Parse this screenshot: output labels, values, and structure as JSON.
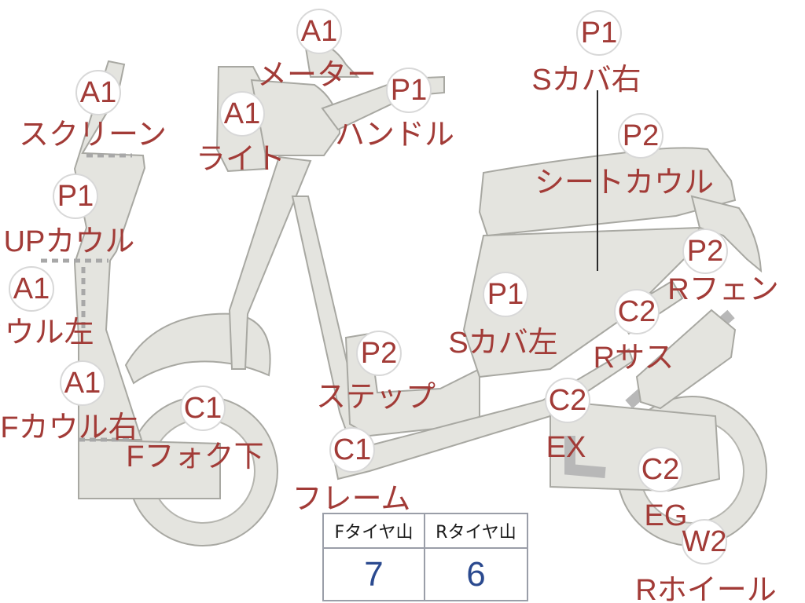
{
  "parts": [
    {
      "id": "screen",
      "code": "A1",
      "label": "スクリーン"
    },
    {
      "id": "up-cowl",
      "code": "P1",
      "label": "UPカウル"
    },
    {
      "id": "f-cowl-left",
      "code": "A1",
      "label": "Fカウル左"
    },
    {
      "id": "f-cowl-right",
      "code": "A1",
      "label": "Fカウル右"
    },
    {
      "id": "light",
      "code": "A1",
      "label": "ライト"
    },
    {
      "id": "meter",
      "code": "A1",
      "label": "メーター"
    },
    {
      "id": "handle",
      "code": "P1",
      "label": "ハンドル"
    },
    {
      "id": "f-fork-lower",
      "code": "C1",
      "label": "Fフォク下"
    },
    {
      "id": "frame",
      "code": "C1",
      "label": "フレーム"
    },
    {
      "id": "step",
      "code": "P2",
      "label": "ステップ"
    },
    {
      "id": "side-cover-left",
      "code": "P1",
      "label": "Sカバ左"
    },
    {
      "id": "side-cover-right",
      "code": "P1",
      "label": "Sカバ右"
    },
    {
      "id": "seat-cowl",
      "code": "P2",
      "label": "シートカウル"
    },
    {
      "id": "r-fender",
      "code": "P2",
      "label": "Rフェン"
    },
    {
      "id": "r-suspension",
      "code": "C2",
      "label": "Rサス"
    },
    {
      "id": "exhaust",
      "code": "C2",
      "label": "EX"
    },
    {
      "id": "engine",
      "code": "C2",
      "label": "EG"
    },
    {
      "id": "r-wheel",
      "code": "W2",
      "label": "Rホイール"
    }
  ],
  "tire": {
    "front_label": "Fタイヤ山",
    "rear_label": "Rタイヤ山",
    "front_value": "7",
    "rear_value": "6"
  }
}
